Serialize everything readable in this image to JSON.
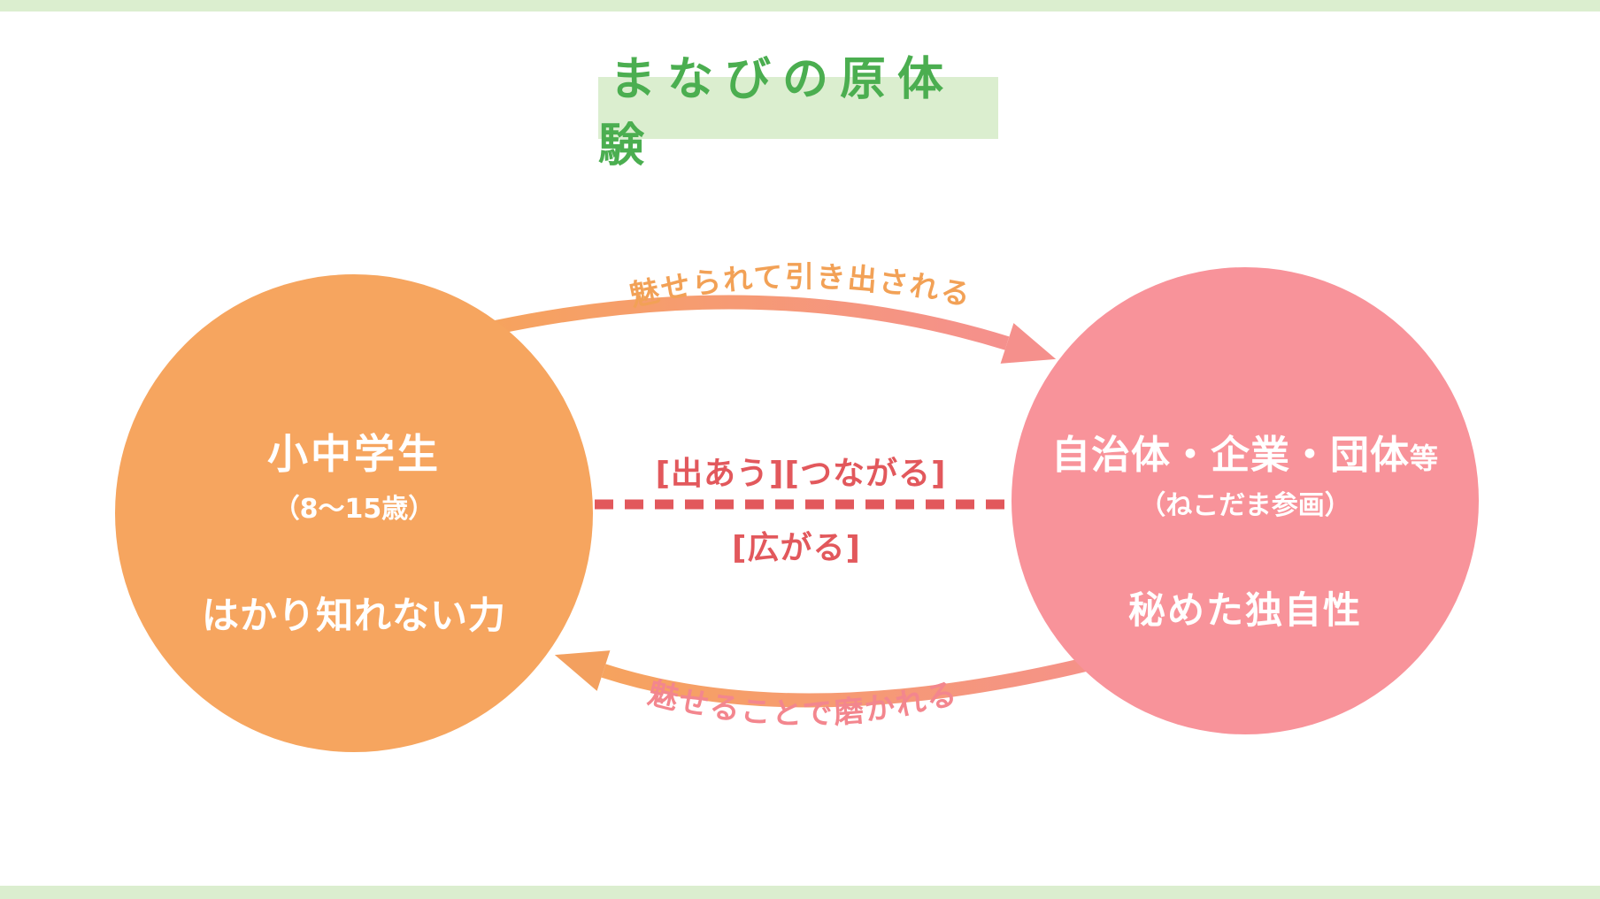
{
  "page": {
    "background": "#ffffff",
    "edge_bar_color": "#dbeecf"
  },
  "title": {
    "text": "まなびの原体験",
    "text_color": "#4bae50",
    "highlight_color": "#dbeecf"
  },
  "left_circle": {
    "name": "小中学生",
    "sub": "（8〜15歳）",
    "trait": "はかり知れない力",
    "fill_color": "#f6a55f",
    "text_color": "#ffffff"
  },
  "right_circle": {
    "name_main": "自治体・企業・団体",
    "name_suffix": "等",
    "sub": "（ねこだま参画）",
    "trait": "秘めた独自性",
    "fill_color": "#f8939a",
    "text_color": "#ffffff"
  },
  "arrows": {
    "top": {
      "label": "魅せられて引き出される",
      "label_color": "#f2a156",
      "direction": "left-to-right",
      "gradient_start": "#f6a35e",
      "gradient_end": "#f5908d"
    },
    "bottom": {
      "label": "魅せることで磨かれる",
      "label_color": "#f3868e",
      "direction": "right-to-left",
      "gradient_start": "#f6a35e",
      "gradient_end": "#f5908d"
    }
  },
  "connection": {
    "upper_label": "[出あう][つながる]",
    "lower_label": "[広がる]",
    "color": "#e2585c",
    "style": "dashed"
  }
}
